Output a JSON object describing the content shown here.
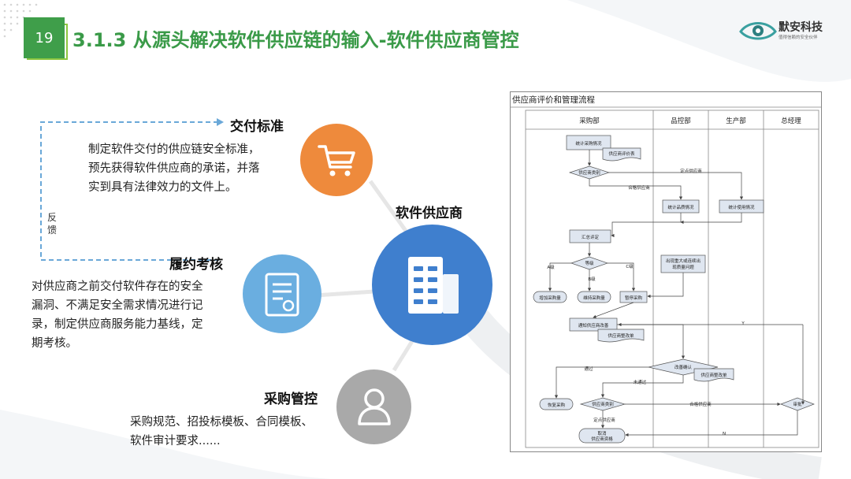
{
  "page": {
    "number": "19",
    "title": "3.1.3 从源头解决软件供应链的输入-软件供应商管控"
  },
  "logo": {
    "name": "默安科技",
    "tagline": "值得信赖的安全伙伴",
    "color": "#3aa0a0"
  },
  "colors": {
    "green": "#3a9a48",
    "orange": "#ee8a3c",
    "blue_center": "#3f7fce",
    "blue_light": "#6aaee0",
    "gray": "#a9a9a9"
  },
  "sections": {
    "delivery": {
      "title": "交付标准",
      "lines": [
        "制定软件交付的供应链安全标准，",
        "预先获得软件供应商的承诺，并落",
        "实到具有法律效力的文件上。"
      ],
      "icon": "shopping-cart-icon"
    },
    "performance": {
      "title": "履约考核",
      "lines": [
        "对供应商之前交付软件存在的安全",
        "漏洞、不满足安全需求情况进行记",
        "录，制定供应商服务能力基线，定",
        "期考核。"
      ],
      "icon": "certificate-document-icon"
    },
    "procurement": {
      "title": "采购管控",
      "lines": [
        "采购规范、招投标模板、合同模板、",
        "软件审计要求......"
      ],
      "icon": "user-icon"
    },
    "feedback": {
      "chars": [
        "反",
        "馈"
      ]
    },
    "center": {
      "label": "软件供应商",
      "icon": "building-icon"
    }
  },
  "flowchart": {
    "title": "供应商评价和管理流程",
    "lanes": [
      "采购部",
      "品控部",
      "生产部",
      "总经理"
    ],
    "nodes": {
      "stat_purchase": "统计采购情况",
      "eval_table": "供应商评价表",
      "vendor_class": "供应商类别",
      "designated": "定点供应商",
      "qualified": "合格供应商",
      "stat_quality": "统计品质情况",
      "stat_usage": "统计使用情况",
      "summary": "汇总评定",
      "grade": "等级",
      "grade_a": "A级",
      "grade_b": "B级",
      "grade_c": "C级",
      "increase": "增加采购量",
      "maintain": "维持采购量",
      "pause": "暂停采购",
      "major_issue_1": "出现重大或连续出",
      "major_issue_2": "现质量问题",
      "notify_rectify": "通知供应商改善",
      "rectify_sheet": "供应商整改单",
      "y_label": "Y",
      "rectify_confirm": "改善确认",
      "rectify_sheet2": "供应商整改单",
      "passed": "通过",
      "not_passed": "未通过",
      "resume": "恢复采购",
      "vendor_class2": "供应商类别",
      "qualified2": "合格供应商",
      "approve": "审批",
      "designated2": "定点供应商",
      "cancel_1": "取消",
      "cancel_2": "供应商资格",
      "n_label": "N"
    }
  }
}
